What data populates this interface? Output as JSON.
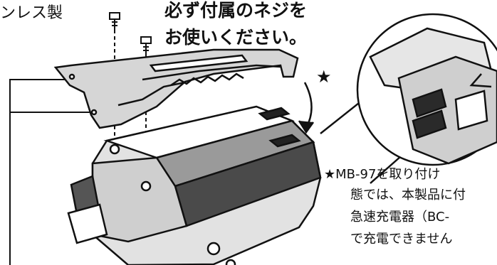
{
  "instruction": {
    "line1": "必ず付属のネジを",
    "line2": "お使いください。"
  },
  "material_label": "ンレス製",
  "star_marker": "★",
  "note": {
    "line1": "★MB-97を取り付け",
    "line2": "態では、本製品に付",
    "line3": "急速充電器（BC-",
    "line4": "で充電できません"
  },
  "icons": [
    "screw-icon",
    "belt-clip",
    "radio-device",
    "detail-magnifier",
    "arrow-icon"
  ]
}
